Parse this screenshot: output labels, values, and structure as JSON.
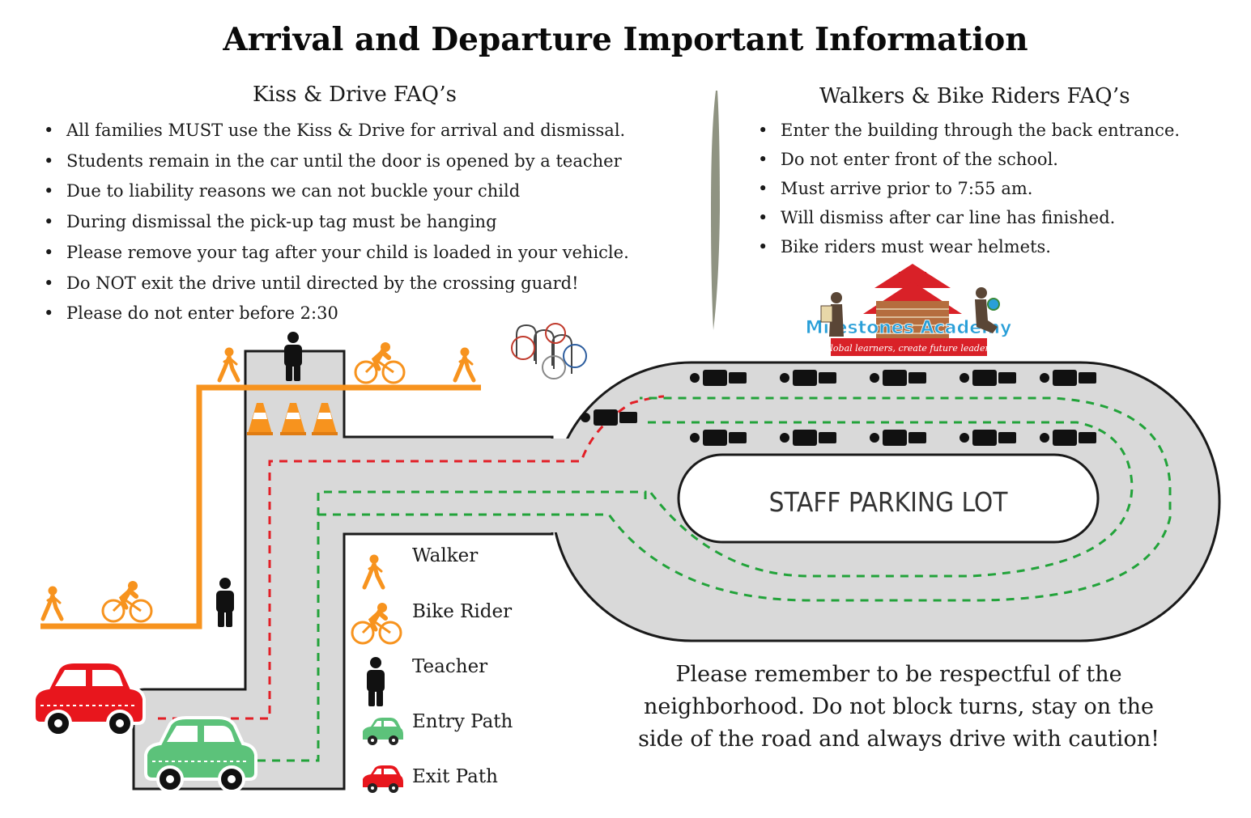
{
  "title": "Arrival and Departure Important Information",
  "kiss_drive": {
    "heading": "Kiss & Drive FAQ’s",
    "items": [
      "All families MUST use the Kiss & Drive for arrival and dismissal.",
      "Students remain in the car until the door is opened by a teacher",
      "Due to liability reasons we can not buckle your child",
      "During dismissal the pick-up tag must be hanging",
      "Please remove your tag after your child is loaded in your vehicle.",
      "Do NOT exit the drive until directed by the crossing guard!",
      "Please do not enter before 2:30"
    ]
  },
  "walkers": {
    "heading": "Walkers & Bike Riders FAQ’s",
    "items": [
      "Enter the building through the back entrance.",
      "Do not enter front of the school.",
      "Must arrive prior to 7:55 am.",
      "Will dismiss after car line has finished.",
      "Bike riders must wear helmets."
    ]
  },
  "logo": {
    "name": "Milestones Academy",
    "tagline": "Global learners, create future leaders"
  },
  "map": {
    "staff_lot_label": "STAFF PARKING LOT"
  },
  "legend": {
    "walker": "Walker",
    "bike_rider": "Bike Rider",
    "teacher": "Teacher",
    "entry_path": "Entry Path",
    "exit_path": "Exit Path"
  },
  "closing": {
    "line1": "Please  remember to be respectful of the",
    "line2": "neighborhood.  Do not block turns, stay on the",
    "line3": "side of the road and always drive with caution!"
  },
  "colors": {
    "road": "#d9d9d9",
    "sidewalk": "#f7931e",
    "entry_path": "#22a33a",
    "exit_path": "#e21f26",
    "entry_car": "#5cc27a",
    "exit_car": "#e8161d",
    "logo_red": "#d92128",
    "logo_blue": "#2a9fd8"
  }
}
